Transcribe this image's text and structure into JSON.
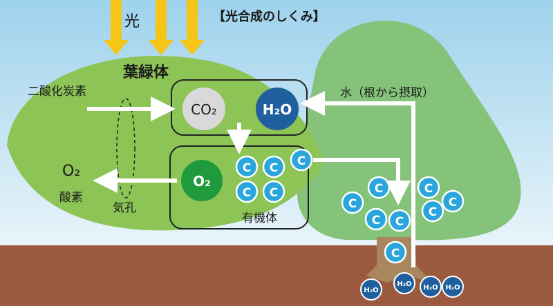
{
  "title": "【光合成のしくみ】",
  "light_label": "光",
  "chloroplast_label": "葉緑体",
  "co2_label": "二酸化炭素",
  "water_label": "水（根から摂取）",
  "o2_out_label": "O₂",
  "oxygen_label": "酸素",
  "stomata_label": "気孔",
  "organic_label": "有機体",
  "co2_molecule": "CO₂",
  "h2o_molecule": "H₂O",
  "o2_molecule": "O₂",
  "carbon_symbol": "C",
  "root_water": [
    "H₂O",
    "H₂O",
    "H₂O",
    "H₂O"
  ],
  "colors": {
    "sky_top": "#9ed2ec",
    "sky_bottom": "#e8f4fa",
    "ground": "#9b5a40",
    "leaf": "#8cc456",
    "tree": "#86c37a",
    "trunk": "#a9875e",
    "light": "#f5c518",
    "co2_circle": "#d9d9d9",
    "h2o_circle": "#1f5f9e",
    "o2_circle": "#1f9a3c",
    "carbon_circle": "#2aa6dc",
    "arrow": "#ffffff"
  }
}
